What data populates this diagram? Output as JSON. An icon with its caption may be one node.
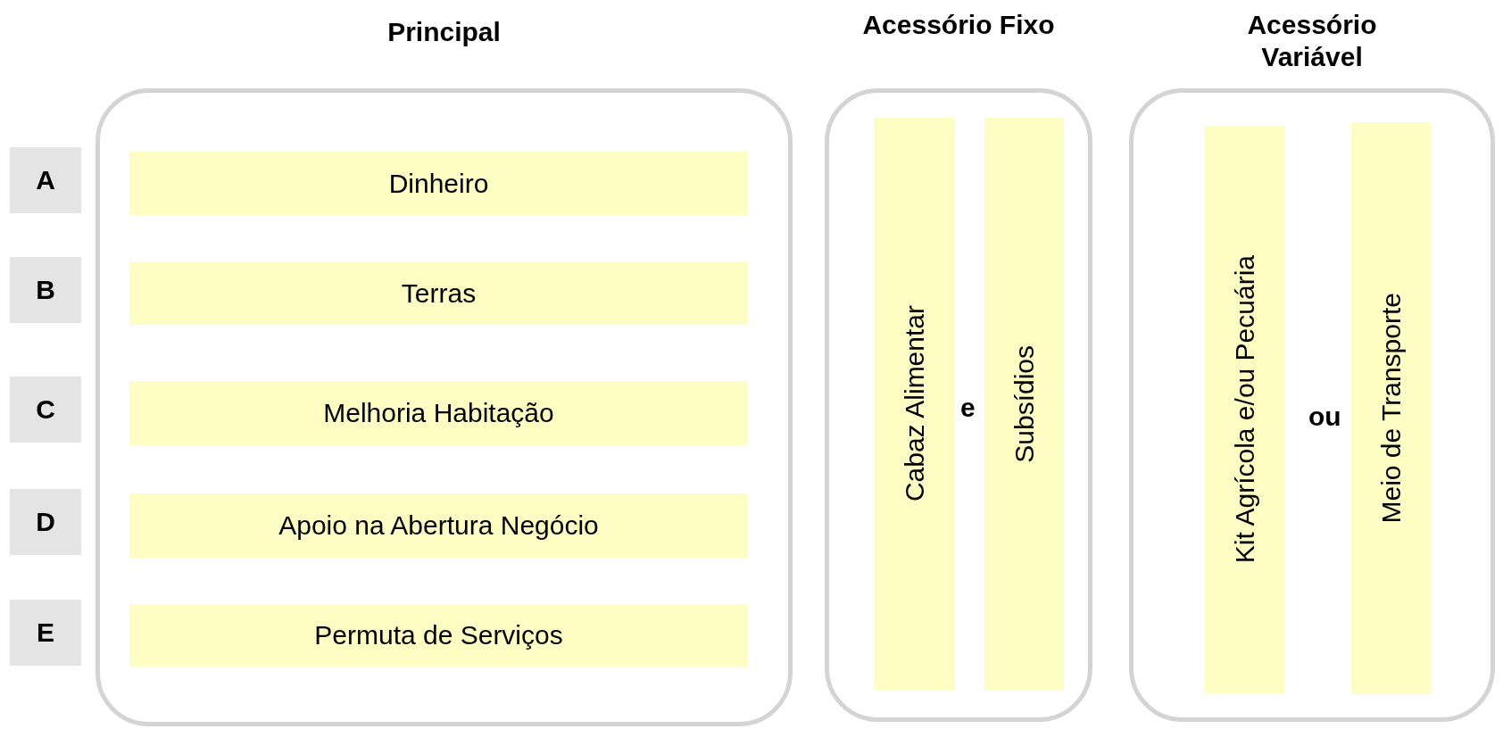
{
  "diagram": {
    "nodes": [
      {
        "text": [
          "Principal"
        ]
      },
      {
        "text": [
          "Dinheiro"
        ],
        "in": 0
      },
      {
        "text": [
          "Terras"
        ],
        "in": 0
      },
      {
        "text": [
          "Melhoria Habitação"
        ],
        "in": 0
      },
      {
        "text": [
          "Apoio na Abertura Negócio"
        ],
        "in": 0
      },
      {
        "text": [
          "Permuta de Serviços"
        ],
        "in": 0
      },
      {
        "text": [
          "Acessório Fixo"
        ]
      },
      {
        "text": [
          "Cabaz Alimentar"
        ],
        "in": 6
      },
      {
        "text": [
          "Subsídios"
        ],
        "in": 6
      },
      {
        "text": [
          "Acessório Variável"
        ]
      },
      {
        "text": [
          "Kit Agrícola e/ou Pecuária"
        ],
        "in": 9
      },
      {
        "text": [
          "Meio de Transporte"
        ],
        "in": 9
      },
      {
        "text": [
          "A"
        ]
      },
      {
        "text": [
          "B"
        ]
      },
      {
        "text": [
          "C"
        ]
      },
      {
        "text": [
          "D"
        ]
      },
      {
        "text": [
          "E"
        ]
      }
    ],
    "edges": [],
    "labels": [
      "e",
      "ou"
    ]
  }
}
